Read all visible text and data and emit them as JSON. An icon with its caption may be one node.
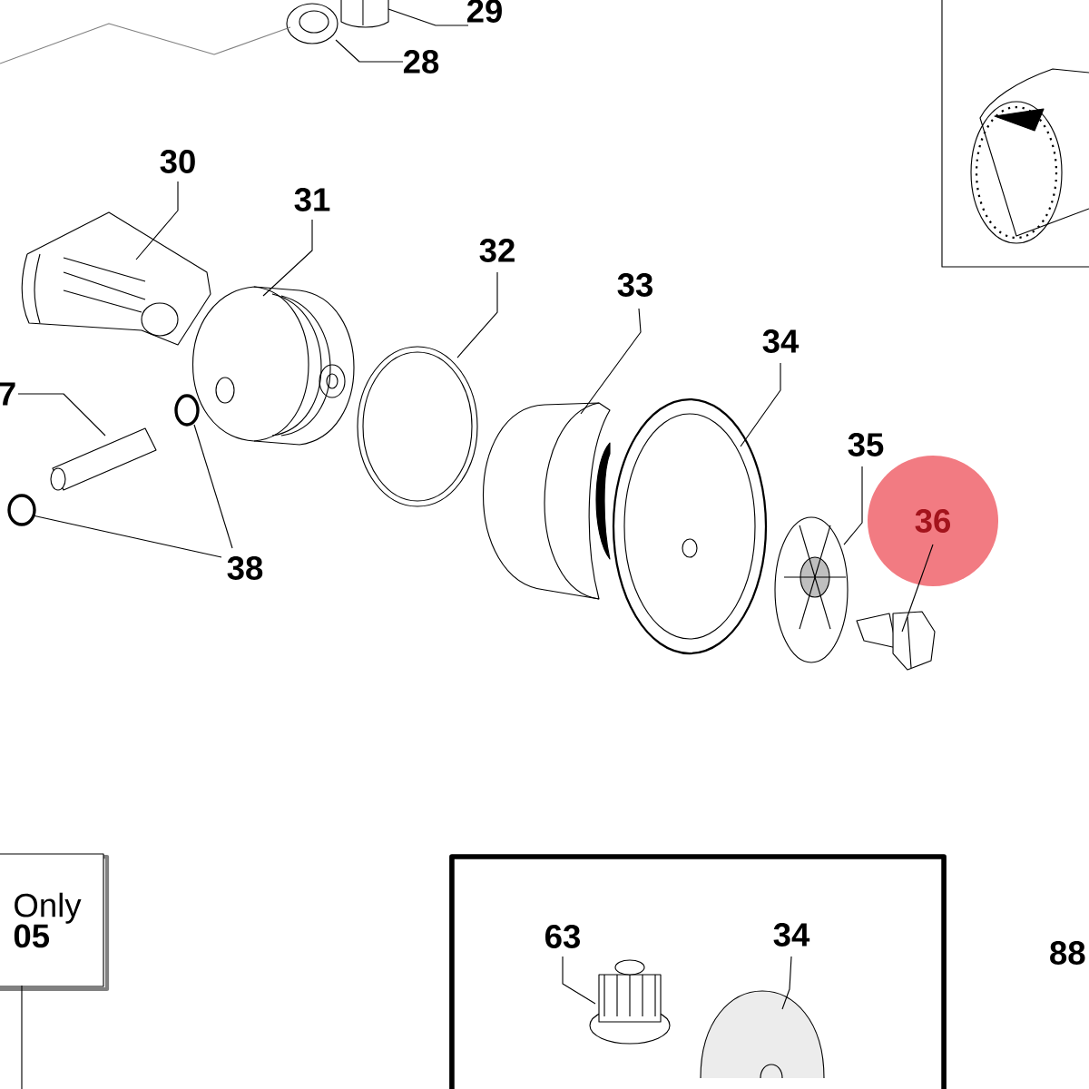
{
  "diagram": {
    "nodes": [
      {
        "text": [
          "29"
        ]
      },
      {
        "text": [],
        "shape": "picture"
      },
      {
        "text": [
          "28"
        ]
      },
      {
        "text": [],
        "shape": "picture"
      },
      {
        "text": [
          "30"
        ]
      },
      {
        "text": [],
        "shape": "picture"
      },
      {
        "text": [
          "31"
        ]
      },
      {
        "text": [],
        "shape": "picture"
      },
      {
        "text": [
          "32"
        ]
      },
      {
        "text": [],
        "shape": "picture"
      },
      {
        "text": [
          "33"
        ]
      },
      {
        "text": [],
        "shape": "picture"
      },
      {
        "text": [
          "34"
        ]
      },
      {
        "text": [],
        "shape": "picture"
      },
      {
        "text": [
          "35"
        ]
      },
      {
        "text": [],
        "shape": "picture"
      },
      {
        "text": [
          "36"
        ]
      },
      {
        "text": [],
        "shape": "picture"
      },
      {
        "text": [
          "7"
        ]
      },
      {
        "text": [],
        "shape": "picture"
      },
      {
        "text": [
          "38"
        ]
      },
      {
        "text": [],
        "shape": "circle"
      },
      {
        "text": [],
        "shape": "circle"
      },
      {
        "text": [
          "Only",
          "05"
        ]
      },
      {
        "text": [],
        "shape": "box"
      },
      {
        "text": [],
        "shape": "box"
      },
      {
        "text": [
          "63"
        ],
        "in": 25
      },
      {
        "text": [],
        "shape": "picture",
        "in": 25
      },
      {
        "text": [
          "34"
        ],
        "in": 25
      },
      {
        "text": [],
        "shape": "picture",
        "in": 25
      }
    ],
    "edges": [
      {
        "from": 0,
        "to": 1,
        "arrow": "none"
      },
      {
        "from": 2,
        "to": 3,
        "arrow": "none"
      },
      {
        "from": 4,
        "to": 5,
        "arrow": "none"
      },
      {
        "from": 6,
        "to": 7,
        "arrow": "none"
      },
      {
        "from": 8,
        "to": 9,
        "arrow": "none"
      },
      {
        "from": 10,
        "to": 11,
        "arrow": "none"
      },
      {
        "from": 12,
        "to": 13,
        "arrow": "none"
      },
      {
        "from": 14,
        "to": 15,
        "arrow": "none"
      },
      {
        "from": 16,
        "to": 17,
        "arrow": "none"
      },
      {
        "from": 18,
        "to": 19,
        "arrow": "none"
      },
      {
        "from": 20,
        "to": 21,
        "arrow": "none"
      },
      {
        "from": 20,
        "to": 22,
        "arrow": "none"
      },
      {
        "from": 23,
        "to": null,
        "arrow": "none"
      },
      {
        "from": 26,
        "to": 27,
        "arrow": "none"
      },
      {
        "from": 28,
        "to": 29,
        "arrow": "none"
      },
      {
        "from": null,
        "to": 3,
        "arrow": "none",
        "color": "#808080"
      }
    ],
    "labels": [
      "88"
    ]
  }
}
